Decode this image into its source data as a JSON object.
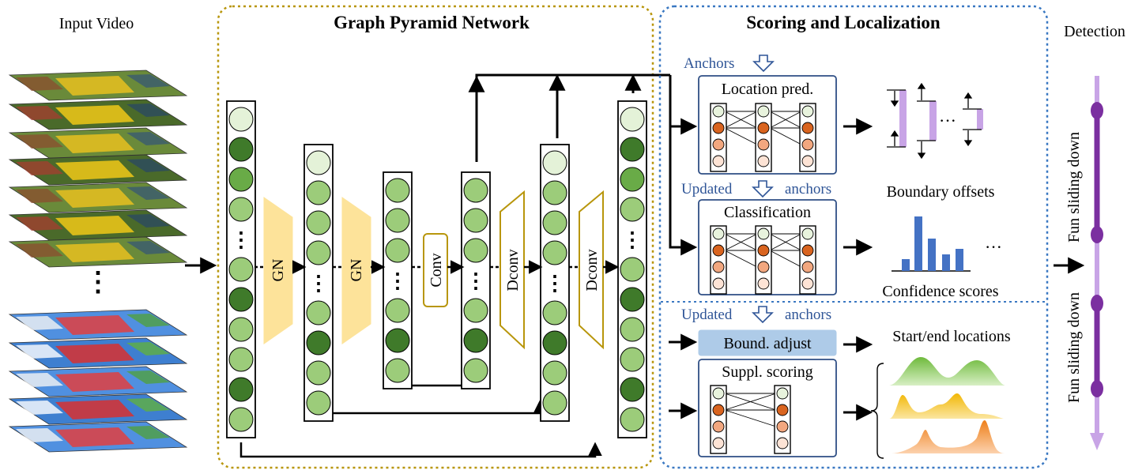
{
  "input": {
    "label": "Input Video"
  },
  "gpn": {
    "title": "Graph Pyramid Network",
    "gn_labels": [
      "GN",
      "GN"
    ],
    "conv_label": "Conv",
    "dconv_labels": [
      "Dconv",
      "Dconv"
    ],
    "dots": "⋮"
  },
  "scoring": {
    "title": "Scoring and Localization",
    "anchors_label": "Anchors",
    "updated_label": "Updated",
    "anchors_word": "anchors",
    "location_title": "Location pred.",
    "classification_title": "Classification",
    "boundary_offsets": "Boundary offsets",
    "confidence_scores": "Confidence scores",
    "bound_adjust": "Bound. adjust",
    "start_end": "Start/end locations",
    "suppl_scoring": "Suppl. scoring",
    "ellipsis": "···"
  },
  "detection": {
    "title": "Detection",
    "labels": [
      "Fun sliding down",
      "Fun sliding down"
    ]
  },
  "colors": {
    "gpn_border": "#b8960c",
    "scoring_border": "#3a78c2",
    "box_border": "#2f4f85",
    "gn_fill": "#fde39a",
    "adjust_fill": "#aecbe8",
    "anchor_text": "#2f5597",
    "bar_blue": "#4472c4",
    "purple_line": "#7b2fa0",
    "purple_light": "#c8a4e6",
    "node_colors": [
      "#e4f2d8",
      "#9ccc7a",
      "#69ab47",
      "#3f7a2a"
    ],
    "score_node_colors": [
      "#e8f3dd",
      "#d9641f",
      "#f2a77f",
      "#fde3d5"
    ],
    "wave_green": "#6fba3c",
    "wave_yellow": "#f2b705",
    "wave_orange": "#ee7f1a"
  }
}
